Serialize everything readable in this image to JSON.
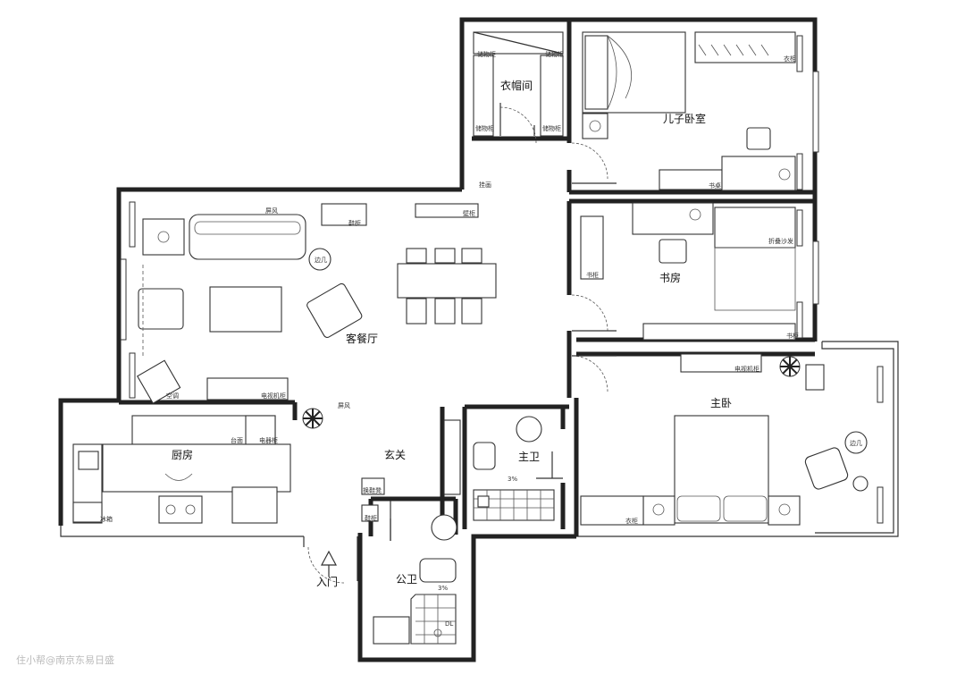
{
  "rooms": {
    "cloakroom": "衣帽间",
    "son_bedroom": "儿子卧室",
    "study": "书房",
    "living_dining": "客餐厅",
    "master_bedroom": "主卧",
    "kitchen": "厨房",
    "foyer": "玄关",
    "master_bath": "主卫",
    "public_bath": "公卫",
    "entrance": "入门"
  },
  "labels": {
    "storage_cab_1": "储物柜",
    "storage_cab_2": "储物柜",
    "storage_cab_3": "储物柜",
    "storage_cab_4": "储物柜",
    "wardrobe_son": "衣柜",
    "desk_son": "书桌",
    "hanger": "挂画",
    "screen_1": "屏风",
    "shoe_cab_top": "鞋柜",
    "wall_cab": "壁柜",
    "side_table_living": "边几",
    "ac": "空调",
    "tv_cab_living": "电视机柜",
    "screen_2": "屏风",
    "bookcase_study": "书柜",
    "folding_sofa": "折叠沙发",
    "bookshelf_study": "书柜",
    "tv_cab_master": "电视机柜",
    "wardrobe_master": "衣柜",
    "side_table_master": "边几",
    "counter": "台面",
    "appliance_cab": "电器柜",
    "fridge": "冰箱",
    "shoe_change_stool": "换鞋凳",
    "shoe_cab": "鞋柜",
    "slope_master": "3%",
    "slope_public": "3%",
    "drain": "DL"
  },
  "watermark": "住小帮@南京东易日盛"
}
